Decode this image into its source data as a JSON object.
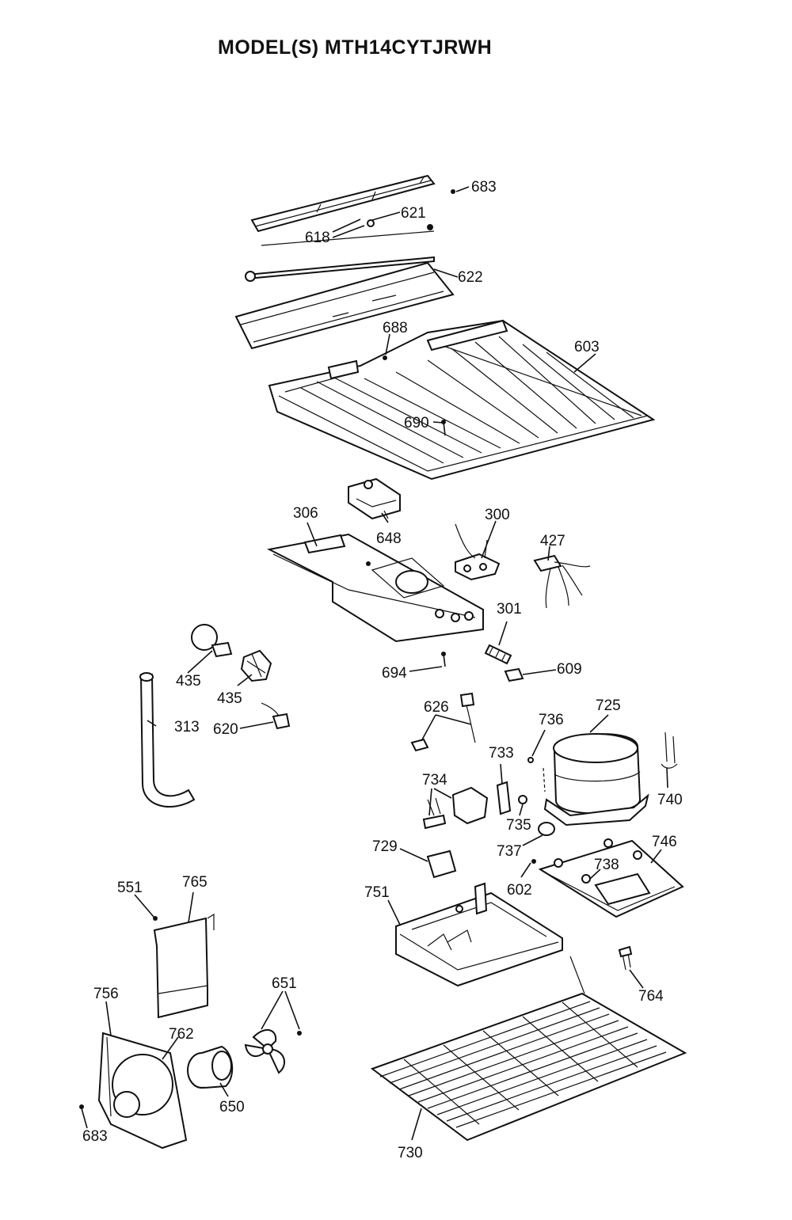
{
  "title": "MODEL(S) MTH14CYTJRWH",
  "parts": [
    {
      "id": "p683a",
      "label": "683"
    },
    {
      "id": "p621",
      "label": "621"
    },
    {
      "id": "p618",
      "label": "618"
    },
    {
      "id": "p622",
      "label": "622"
    },
    {
      "id": "p688",
      "label": "688"
    },
    {
      "id": "p603",
      "label": "603"
    },
    {
      "id": "p690",
      "label": "690"
    },
    {
      "id": "p306",
      "label": "306"
    },
    {
      "id": "p648",
      "label": "648"
    },
    {
      "id": "p300",
      "label": "300"
    },
    {
      "id": "p427",
      "label": "427"
    },
    {
      "id": "p301",
      "label": "301"
    },
    {
      "id": "p694",
      "label": "694"
    },
    {
      "id": "p609",
      "label": "609"
    },
    {
      "id": "p435a",
      "label": "435"
    },
    {
      "id": "p435b",
      "label": "435"
    },
    {
      "id": "p313",
      "label": "313"
    },
    {
      "id": "p620",
      "label": "620"
    },
    {
      "id": "p626",
      "label": "626"
    },
    {
      "id": "p725",
      "label": "725"
    },
    {
      "id": "p736",
      "label": "736"
    },
    {
      "id": "p733",
      "label": "733"
    },
    {
      "id": "p740",
      "label": "740"
    },
    {
      "id": "p734",
      "label": "734"
    },
    {
      "id": "p735",
      "label": "735"
    },
    {
      "id": "p737",
      "label": "737"
    },
    {
      "id": "p746",
      "label": "746"
    },
    {
      "id": "p738",
      "label": "738"
    },
    {
      "id": "p729",
      "label": "729"
    },
    {
      "id": "p602",
      "label": "602"
    },
    {
      "id": "p551",
      "label": "551"
    },
    {
      "id": "p765",
      "label": "765"
    },
    {
      "id": "p751",
      "label": "751"
    },
    {
      "id": "p764",
      "label": "764"
    },
    {
      "id": "p651",
      "label": "651"
    },
    {
      "id": "p756",
      "label": "756"
    },
    {
      "id": "p762",
      "label": "762"
    },
    {
      "id": "p650",
      "label": "650"
    },
    {
      "id": "p683b",
      "label": "683"
    },
    {
      "id": "p730",
      "label": "730"
    }
  ]
}
